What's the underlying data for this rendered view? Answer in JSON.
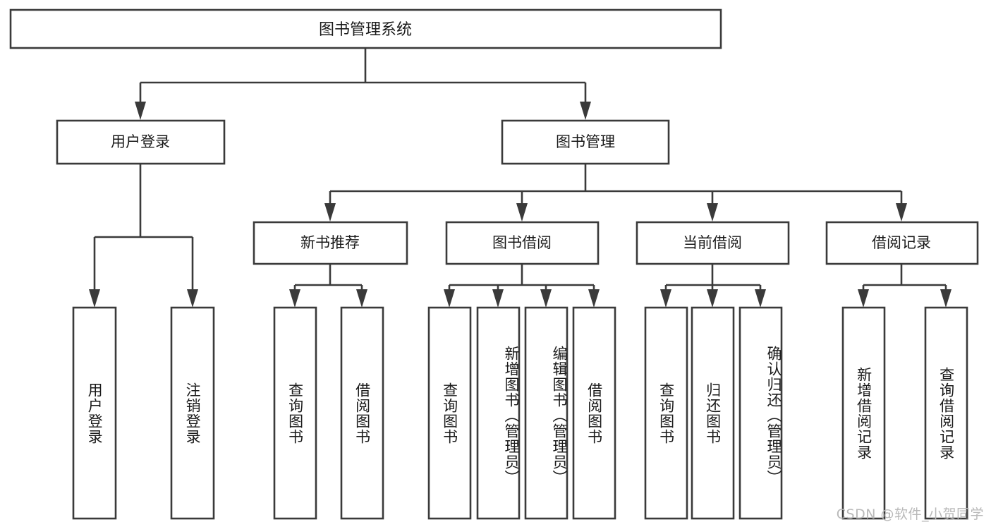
{
  "diagram": {
    "title": "图书管理系统",
    "type": "tree-hierarchy",
    "orientation": "top-down",
    "colors": {
      "box_fill": "#ffffff",
      "box_stroke": "#3a3a3a",
      "text": "#1a1a1a",
      "background": "#ffffff",
      "watermark": "#b9b9b9"
    },
    "root": {
      "id": "root",
      "label": "图书管理系统"
    },
    "level2": [
      {
        "id": "user-login",
        "label": "用户登录"
      },
      {
        "id": "book-manage",
        "label": "图书管理"
      }
    ],
    "level3": [
      {
        "id": "new-book-rec",
        "label": "新书推荐"
      },
      {
        "id": "book-borrow",
        "label": "图书借阅"
      },
      {
        "id": "current-borrow",
        "label": "当前借阅"
      },
      {
        "id": "borrow-record",
        "label": "借阅记录"
      }
    ],
    "leaves": {
      "user-login": [
        {
          "id": "leaf-user-login",
          "label": "用户登录"
        },
        {
          "id": "leaf-user-logout",
          "label": "注销登录"
        }
      ],
      "new-book-rec": [
        {
          "id": "leaf-query-book-1",
          "label": "查询图书"
        },
        {
          "id": "leaf-borrow-book-1",
          "label": "借阅图书"
        }
      ],
      "book-borrow": [
        {
          "id": "leaf-query-book-2",
          "label": "查询图书"
        },
        {
          "id": "leaf-add-book",
          "label": "新增图书（管理员）"
        },
        {
          "id": "leaf-edit-book",
          "label": "编辑图书（管理员）"
        },
        {
          "id": "leaf-borrow-book-2",
          "label": "借阅图书"
        }
      ],
      "current-borrow": [
        {
          "id": "leaf-query-book-3",
          "label": "查询图书"
        },
        {
          "id": "leaf-return-book",
          "label": "归还图书"
        },
        {
          "id": "leaf-confirm-return",
          "label": "确认归还（管理员）"
        }
      ],
      "borrow-record": [
        {
          "id": "leaf-add-record",
          "label": "新增借阅记录"
        },
        {
          "id": "leaf-query-record",
          "label": "查询借阅记录"
        }
      ]
    }
  },
  "watermark": {
    "text": "CSDN @软件_小贺同学"
  }
}
